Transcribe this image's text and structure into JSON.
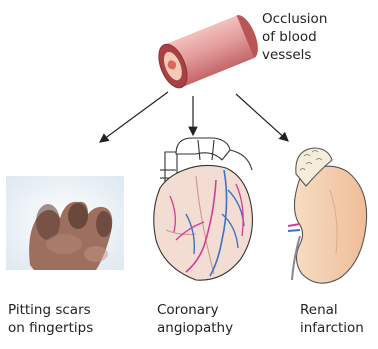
{
  "labels": {
    "occlusion": "Occlusion\nof blood\n vessels",
    "pitting": "Pitting scars\non fingertips",
    "coronary": "Coronary\nangiopathy",
    "renal": "Renal\ninfarction"
  },
  "colors": {
    "vessel_outer": "#e8a7a6",
    "vessel_dark": "#a74143",
    "vessel_inner": "#f4c9b8",
    "thrombus": "#d86a5c",
    "heart_wall": "#f3dcd2",
    "coronary_blue": "#3b72c6",
    "coronary_magenta": "#d43c9a",
    "kidney_fill": "#f3c8a7",
    "adrenal": "#f5ecd9",
    "skin": "#9c6f5e"
  },
  "icons": [
    "blood-vessel-icon",
    "finger-photo",
    "heart-icon",
    "kidney-icon"
  ]
}
